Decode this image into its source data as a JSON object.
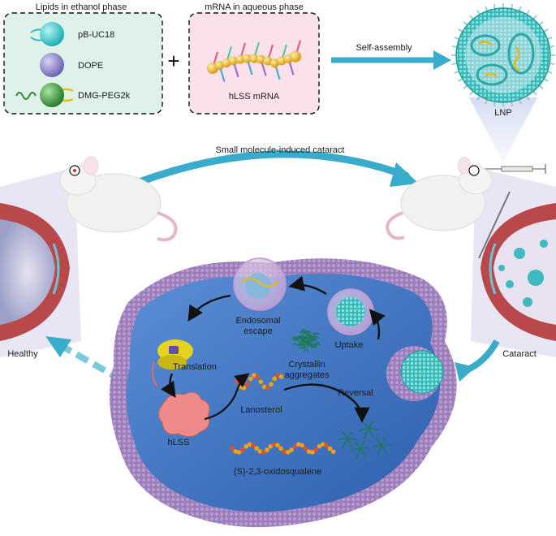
{
  "panels": {
    "lipids_title": "Lipids in ethanol phase",
    "mrna_title": "mRNA in aqueous phase",
    "plus": "+",
    "lipids": [
      {
        "name": "pB-UC18",
        "color": "#2ec9cc"
      },
      {
        "name": "DOPE",
        "color": "#8f86c9"
      },
      {
        "name": "DMG-PEG2k",
        "color": "#3a9a3c"
      }
    ],
    "mrna_name": "hLSS mRNA"
  },
  "arrows": {
    "self_assembly": "Self-assembly",
    "cataract_induction": "Small molecule-induced cataract"
  },
  "nanoparticle": "LNP",
  "eyes": {
    "healthy": "Healthy",
    "cataract": "Cataract"
  },
  "cell": {
    "uptake": "Uptake",
    "endosomal_escape_line1": "Endosomal",
    "endosomal_escape_line2": "escape",
    "translation": "Translation",
    "protein": "hLSS",
    "crystallin_line1": "Crystallin",
    "crystallin_line2": "aggregates",
    "reversal": "Reversal",
    "lanosterol": "Lanosterol",
    "substrate": "(S)-2,3-oxidosqualene"
  },
  "colors": {
    "lipid_panel": "#dff2ea",
    "mrna_panel": "#fbe1ea",
    "arrow_blue": "#3aaccb",
    "cell_membrane": "#8a6aa6",
    "cytoplasm": "#3f73c2",
    "protein_pink": "#ef8a8a",
    "crystallin_green": "#1f7a5a"
  }
}
